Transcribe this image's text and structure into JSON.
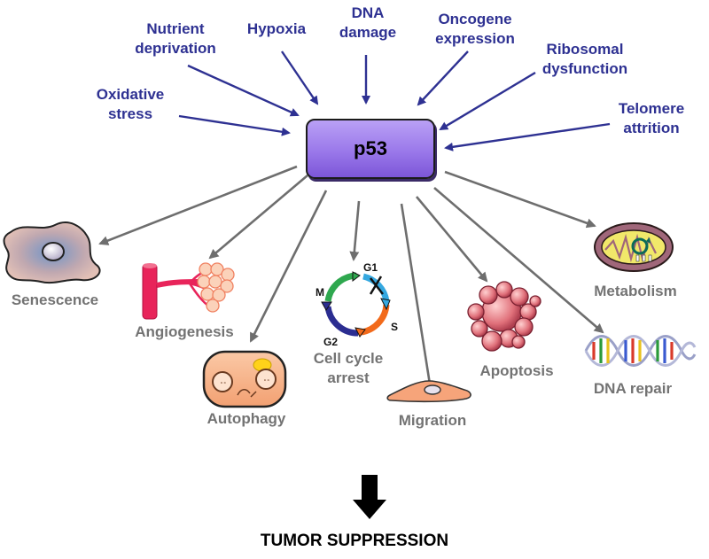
{
  "center": {
    "label": "p53"
  },
  "stressors": {
    "oxidative": "Oxidative\nstress",
    "nutrient": "Nutrient\ndeprivation",
    "hypoxia": "Hypoxia",
    "dna_damage": "DNA\ndamage",
    "oncogene": "Oncogene\nexpression",
    "ribosomal": "Ribosomal\ndysfunction",
    "telomere": "Telomere\nattrition"
  },
  "outcomes": {
    "senescence": "Senescence",
    "angiogenesis": "Angiogenesis",
    "autophagy": "Autophagy",
    "cell_cycle": "Cell cycle\narrest",
    "migration": "Migration",
    "apoptosis": "Apoptosis",
    "metabolism": "Metabolism",
    "dna_repair": "DNA repair"
  },
  "cell_cycle_phases": {
    "g1": "G1",
    "s": "S",
    "g2": "G2",
    "m": "M"
  },
  "final": "TUMOR SUPPRESSION",
  "colors": {
    "stress_text": "#2e3192",
    "stress_arrow": "#2e3192",
    "outcome_text": "#737373",
    "outcome_arrow": "#6e6e6e",
    "p53_fill": "#9a78ea"
  }
}
